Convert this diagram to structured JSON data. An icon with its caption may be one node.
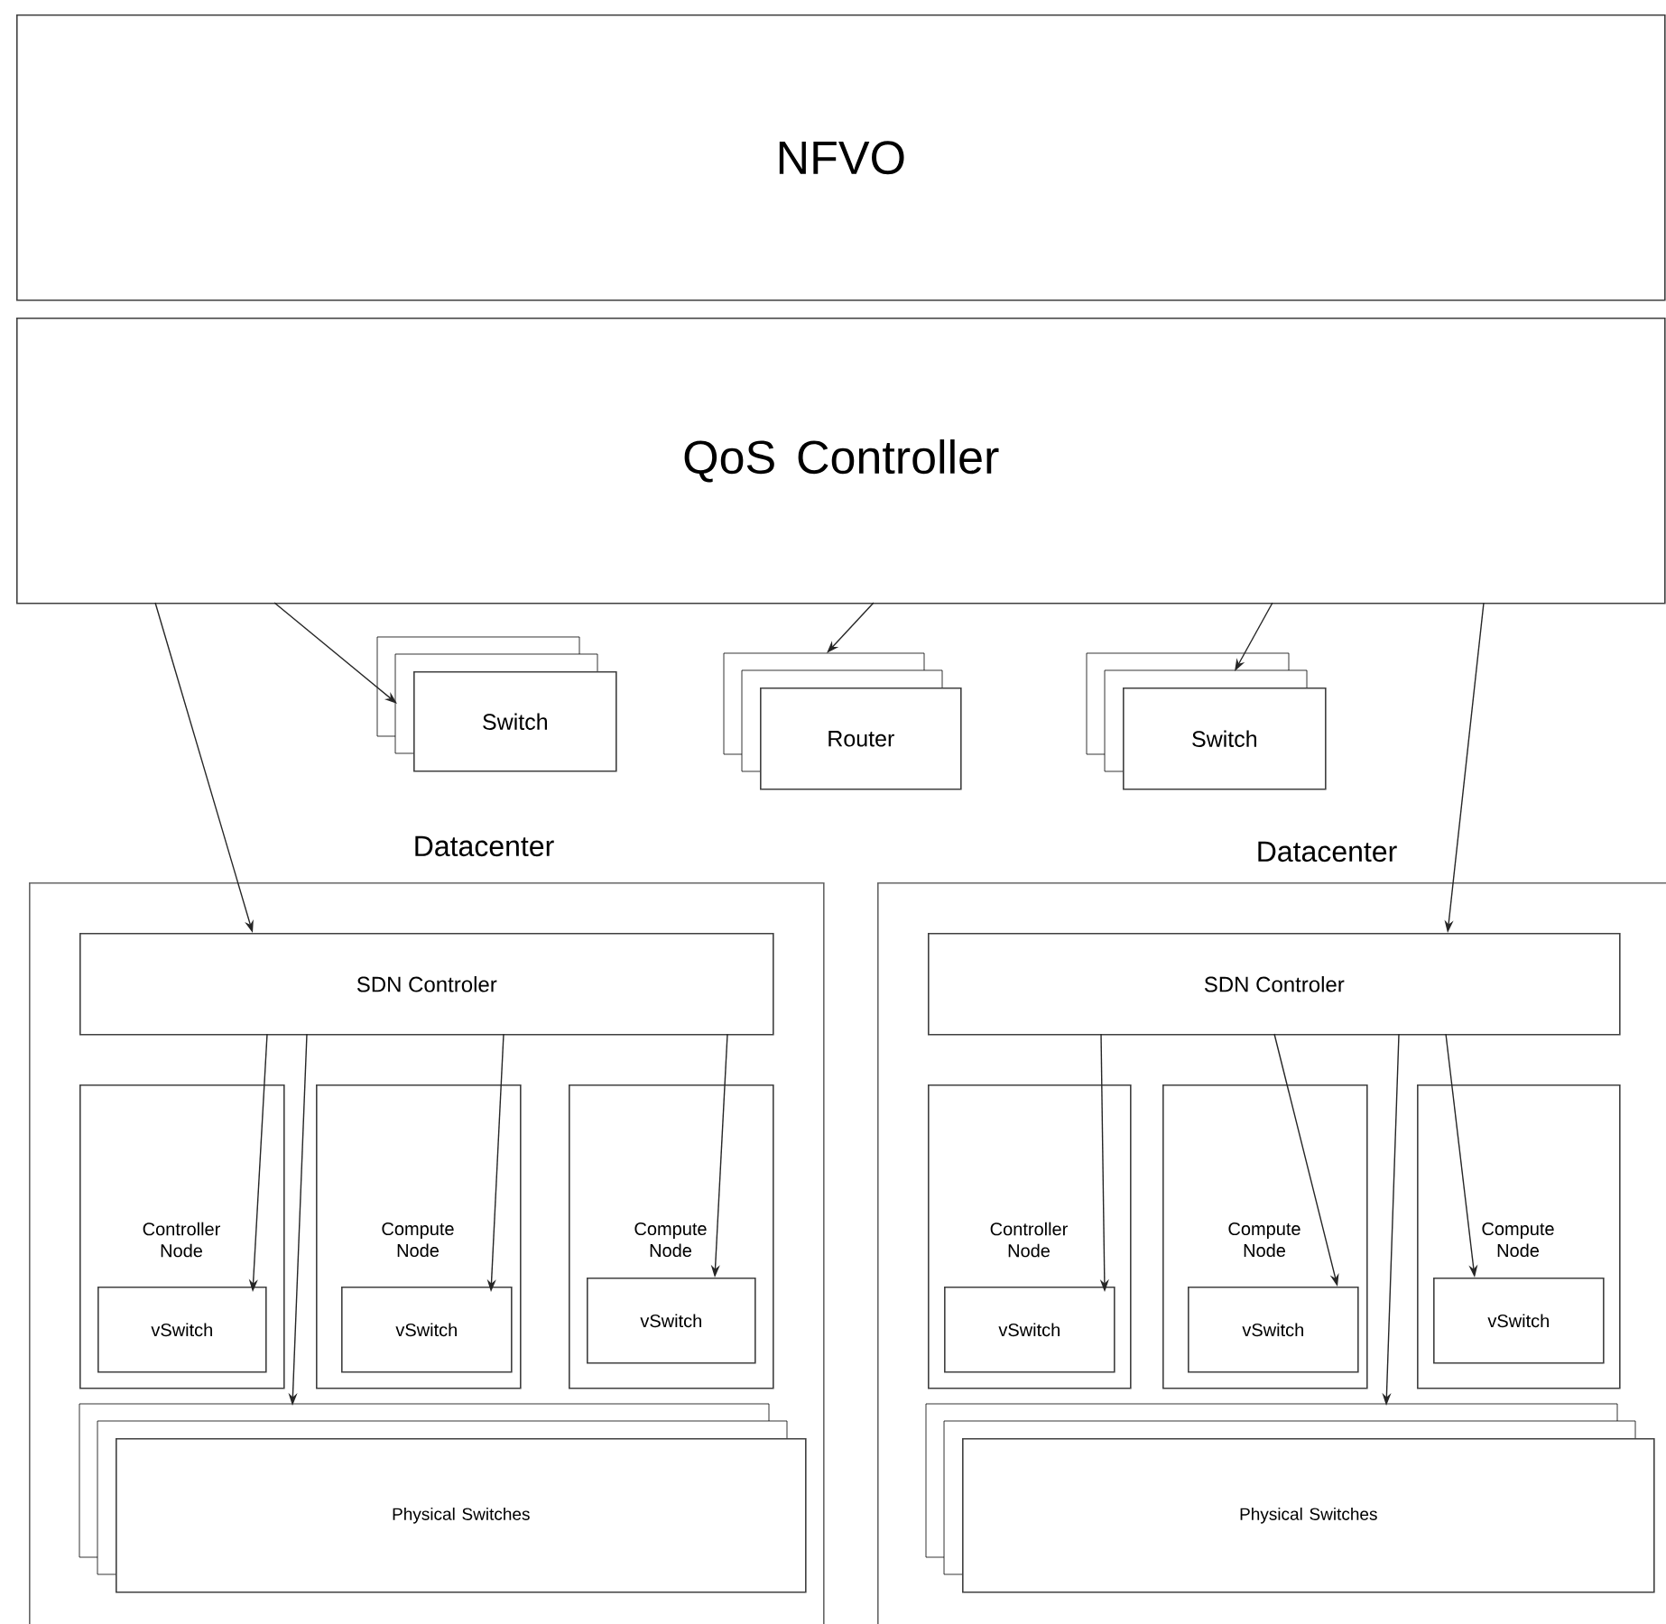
{
  "diagram": {
    "nodes": [
      {
        "text": [
          "NFVO"
        ]
      },
      {
        "text": [
          "QoS Controller"
        ]
      },
      {
        "text": [
          "Switch"
        ]
      },
      {
        "text": [
          "Router"
        ]
      },
      {
        "text": [
          "Switch"
        ]
      },
      {
        "text": [
          "Datacenter"
        ]
      },
      {
        "text": [
          "SDN Controler"
        ],
        "in": 5
      },
      {
        "text": [
          "Controller Node"
        ],
        "in": 5
      },
      {
        "text": [
          "vSwitch"
        ],
        "in": 7
      },
      {
        "text": [
          "Compute Node"
        ],
        "in": 5
      },
      {
        "text": [
          "vSwitch"
        ],
        "in": 9
      },
      {
        "text": [
          "Compute Node"
        ],
        "in": 5
      },
      {
        "text": [
          "vSwitch"
        ],
        "in": 11
      },
      {
        "text": [
          "Physical Switches"
        ],
        "in": 5
      },
      {
        "text": [
          "Datacenter"
        ]
      },
      {
        "text": [
          "SDN Controler"
        ],
        "in": 14
      },
      {
        "text": [
          "Controller Node"
        ],
        "in": 14
      },
      {
        "text": [
          "vSwitch"
        ],
        "in": 16
      },
      {
        "text": [
          "Compute Node"
        ],
        "in": 14
      },
      {
        "text": [
          "vSwitch"
        ],
        "in": 18
      },
      {
        "text": [
          "Compute Node"
        ],
        "in": 14
      },
      {
        "text": [
          "vSwitch"
        ],
        "in": 20
      },
      {
        "text": [
          "Physical Switches"
        ],
        "in": 14
      }
    ],
    "edges": [
      {
        "from": 1,
        "to": 2,
        "arrow": "to"
      },
      {
        "from": 1,
        "to": 3,
        "arrow": "to"
      },
      {
        "from": 1,
        "to": 4,
        "arrow": "to"
      },
      {
        "from": 1,
        "to": 6,
        "arrow": "to"
      },
      {
        "from": 1,
        "to": 15,
        "arrow": "to"
      },
      {
        "from": 6,
        "to": 8,
        "arrow": "to"
      },
      {
        "from": 6,
        "to": 10,
        "arrow": "to"
      },
      {
        "from": 6,
        "to": 12,
        "arrow": "to"
      },
      {
        "from": 6,
        "to": 13,
        "arrow": "to"
      },
      {
        "from": 15,
        "to": 17,
        "arrow": "to"
      },
      {
        "from": 15,
        "to": 19,
        "arrow": "to"
      },
      {
        "from": 15,
        "to": 21,
        "arrow": "to"
      },
      {
        "from": 15,
        "to": 22,
        "arrow": "to"
      }
    ]
  }
}
